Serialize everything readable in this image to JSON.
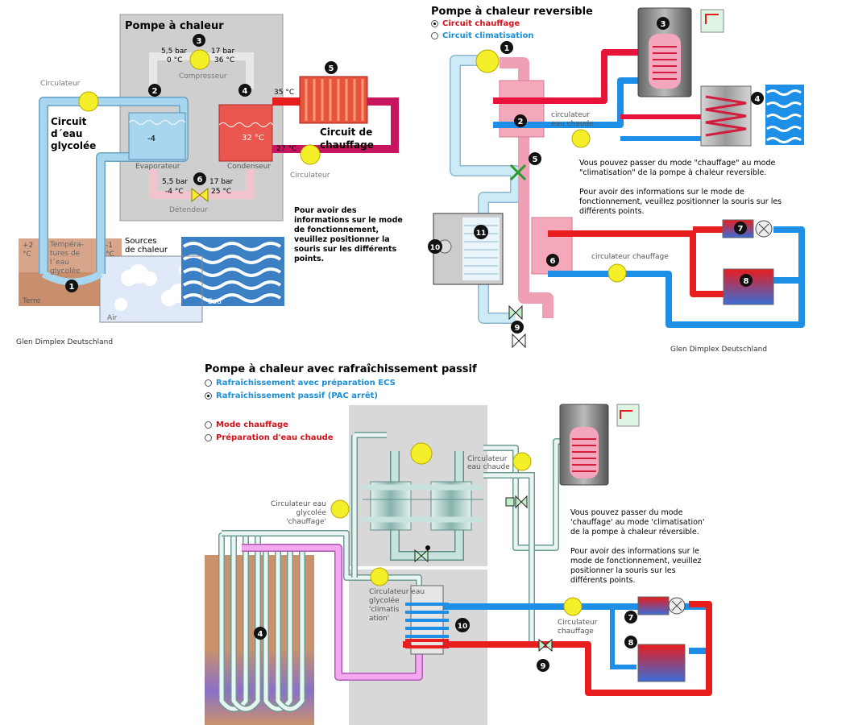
{
  "colors": {
    "heating_red": "#e81d1d",
    "cooling_blue": "#1e8fe6",
    "glycol_light": "#a8d6ee",
    "pink": "#f0a0b4",
    "yellow": "#f5ef2a",
    "gray_panel": "#cfcfcf",
    "earth": "#c9926b",
    "water": "#3b7fc4",
    "teal": "#b6d6d0"
  },
  "panel1": {
    "title": "Pompe à chaleur",
    "circulateur_top": "Circulateur",
    "circuit_left": [
      "Circuit",
      "d´eau",
      "glycolée"
    ],
    "p_low": "5,5 bar",
    "p_high": "17 bar",
    "t_zero": "0 °C",
    "t_36": "36 °C",
    "compresseur": "Compresseur",
    "evap_value": "-4",
    "evaporateur": "Evaporateur",
    "t_35": "35 °C",
    "t_32": "32 °C",
    "condenseur": "Condenseur",
    "t_27": "27 °C",
    "circulateur_right": "Circulateur",
    "circuit_right": [
      "Circuit de",
      "chauffage"
    ],
    "p_low2": "5,5 bar",
    "p_high2": "17 bar",
    "t_m4": "-4 °C",
    "t_25": "25 °C",
    "detendeur": "Détendeur",
    "earth_t_left": [
      "+2",
      "°C"
    ],
    "earth_t_right": [
      "-1",
      "°C"
    ],
    "earth_label": [
      "Tempéra-",
      "tures de",
      "l´eau",
      "glycolée"
    ],
    "terre": "Terre",
    "air": "Air",
    "eau": "Eau",
    "sources": [
      "Sources",
      "de chaleur"
    ],
    "info": [
      "Pour avoir des",
      "informations sur le mode",
      "de fonctionnement,",
      "veuillez positionner la",
      "souris sur les différents",
      "points."
    ],
    "credit": "Glen Dimplex Deutschland",
    "numbers": [
      "1",
      "2",
      "3",
      "4",
      "5",
      "6"
    ]
  },
  "panel2": {
    "title": "Pompe à chaleur reversible",
    "radios": [
      {
        "label": "Circuit chauffage",
        "selected": true,
        "color": "#d0121b"
      },
      {
        "label": "Circuit climatisation",
        "selected": false,
        "color": "#1c8fd6"
      }
    ],
    "circ_ecs": [
      "circulateur",
      "eau chaude"
    ],
    "circ_heat": "circulateur chauffage",
    "info1": [
      "Vous pouvez passer du mode \"chauffage\" au mode",
      "\"climatisation\" de la pompe à chaleur reversible."
    ],
    "info2": [
      "Pour avoir des informations sur le mode de",
      "fonctionnement, veuillez positionner la souris sur les",
      "différents points."
    ],
    "credit": "Glen Dimplex Deutschland",
    "numbers": [
      "1",
      "2",
      "3",
      "4",
      "5",
      "6",
      "7",
      "8",
      "9",
      "10",
      "11"
    ]
  },
  "panel3": {
    "title": "Pompe à chaleur avec rafraîchissement passif",
    "radios_top": [
      {
        "label": "Rafraîchissement avec préparation ECS",
        "selected": false,
        "color": "#1c8fd6"
      },
      {
        "label": "Rafraîchissement passif (PAC arrêt)",
        "selected": true,
        "color": "#1c8fd6"
      }
    ],
    "radios_mode": [
      {
        "label": "Mode chauffage",
        "selected": false,
        "color": "#d0121b"
      },
      {
        "label": "Préparation d'eau chaude",
        "selected": false,
        "color": "#d0121b"
      }
    ],
    "circ_ecs": [
      "Circulateur",
      "eau chaude"
    ],
    "circ_glyc_heat": [
      "Circulateur eau",
      "glycolée",
      "'chauffage'"
    ],
    "circ_glyc_cool": [
      "Circulateur eau",
      "glycolée",
      "'climatis",
      "ation'"
    ],
    "circ_heat": [
      "Circulateur",
      "chauffage"
    ],
    "info1": [
      "Vous pouvez passer du mode",
      "'chauffage' au mode 'climatisation'",
      "de la pompe à chaleur réversible."
    ],
    "info2": [
      "Pour avoir des informations sur le",
      "mode de fonctionnement, veuillez",
      "positionner la souris sur les",
      "différents points."
    ],
    "numbers": [
      "4",
      "7",
      "8",
      "9",
      "10"
    ]
  }
}
